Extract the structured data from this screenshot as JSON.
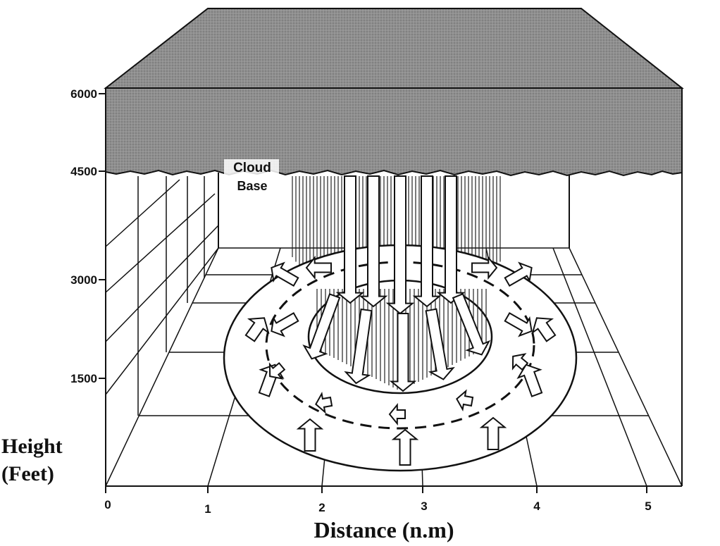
{
  "cloud_label": {
    "line1": "Cloud",
    "line2": "Base"
  },
  "y_axis": {
    "title_line1": "Height",
    "title_line2": "(Feet)",
    "ticks": [
      "6000",
      "4500",
      "3000",
      "1500"
    ]
  },
  "x_axis": {
    "title": "Distance (n.m)",
    "ticks": [
      "0",
      "1",
      "2",
      "3",
      "4",
      "5"
    ]
  }
}
